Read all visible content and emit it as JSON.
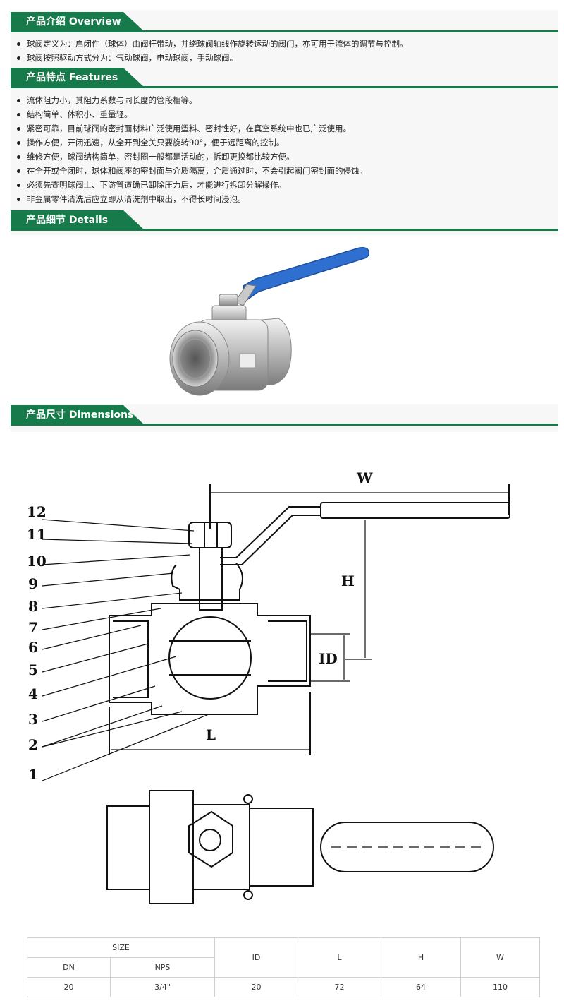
{
  "overview": {
    "title": "产品介绍  Overview",
    "items": [
      "球阀定义为：启闭件（球体）由阀杆带动，并绕球阀轴线作旋转运动的阀门，亦可用于流体的调节与控制。",
      "球阀按照驱动方式分为：气动球阀，电动球阀，手动球阀。"
    ]
  },
  "features": {
    "title": "产品特点  Features",
    "items": [
      "流体阻力小，其阻力系数与同长度的管段相等。",
      "结构简单、体积小、重量轻。",
      "紧密可靠，目前球阀的密封面材料广泛使用塑料、密封性好，在真空系统中也已广泛使用。",
      "操作方便，开闭迅速，从全开到全关只要旋转90°，便于远距离的控制。",
      "维修方便，球阀结构简单，密封圈一般都是活动的，拆卸更换都比较方便。",
      "在全开或全闭时，球体和阀座的密封面与介质隔离，介质通过时，不会引起阀门密封面的侵蚀。",
      "必须先查明球阀上、下游管道确已卸除压力后，才能进行拆卸分解操作。",
      "非金属零件清洗后应立即从清洗剂中取出，不得长时间浸泡。"
    ]
  },
  "details": {
    "title": "产品细节  Details"
  },
  "dimensions_section": {
    "title": "产品尺寸  Dimensions"
  },
  "drawing": {
    "part_numbers": [
      "12",
      "11",
      "10",
      "9",
      "8",
      "7",
      "6",
      "5",
      "4",
      "3",
      "2",
      "1"
    ],
    "dim_labels": {
      "w": "W",
      "h": "H",
      "id": "ID",
      "l": "L"
    }
  },
  "table": {
    "size_header": "SIZE",
    "headers": [
      "DN",
      "NPS",
      "ID",
      "L",
      "H",
      "W"
    ],
    "rows": [
      [
        "20",
        "3/4\"",
        "20",
        "72",
        "64",
        "110"
      ]
    ]
  },
  "colors": {
    "accent": "#167a4a",
    "handle": "#2f6fd0"
  }
}
